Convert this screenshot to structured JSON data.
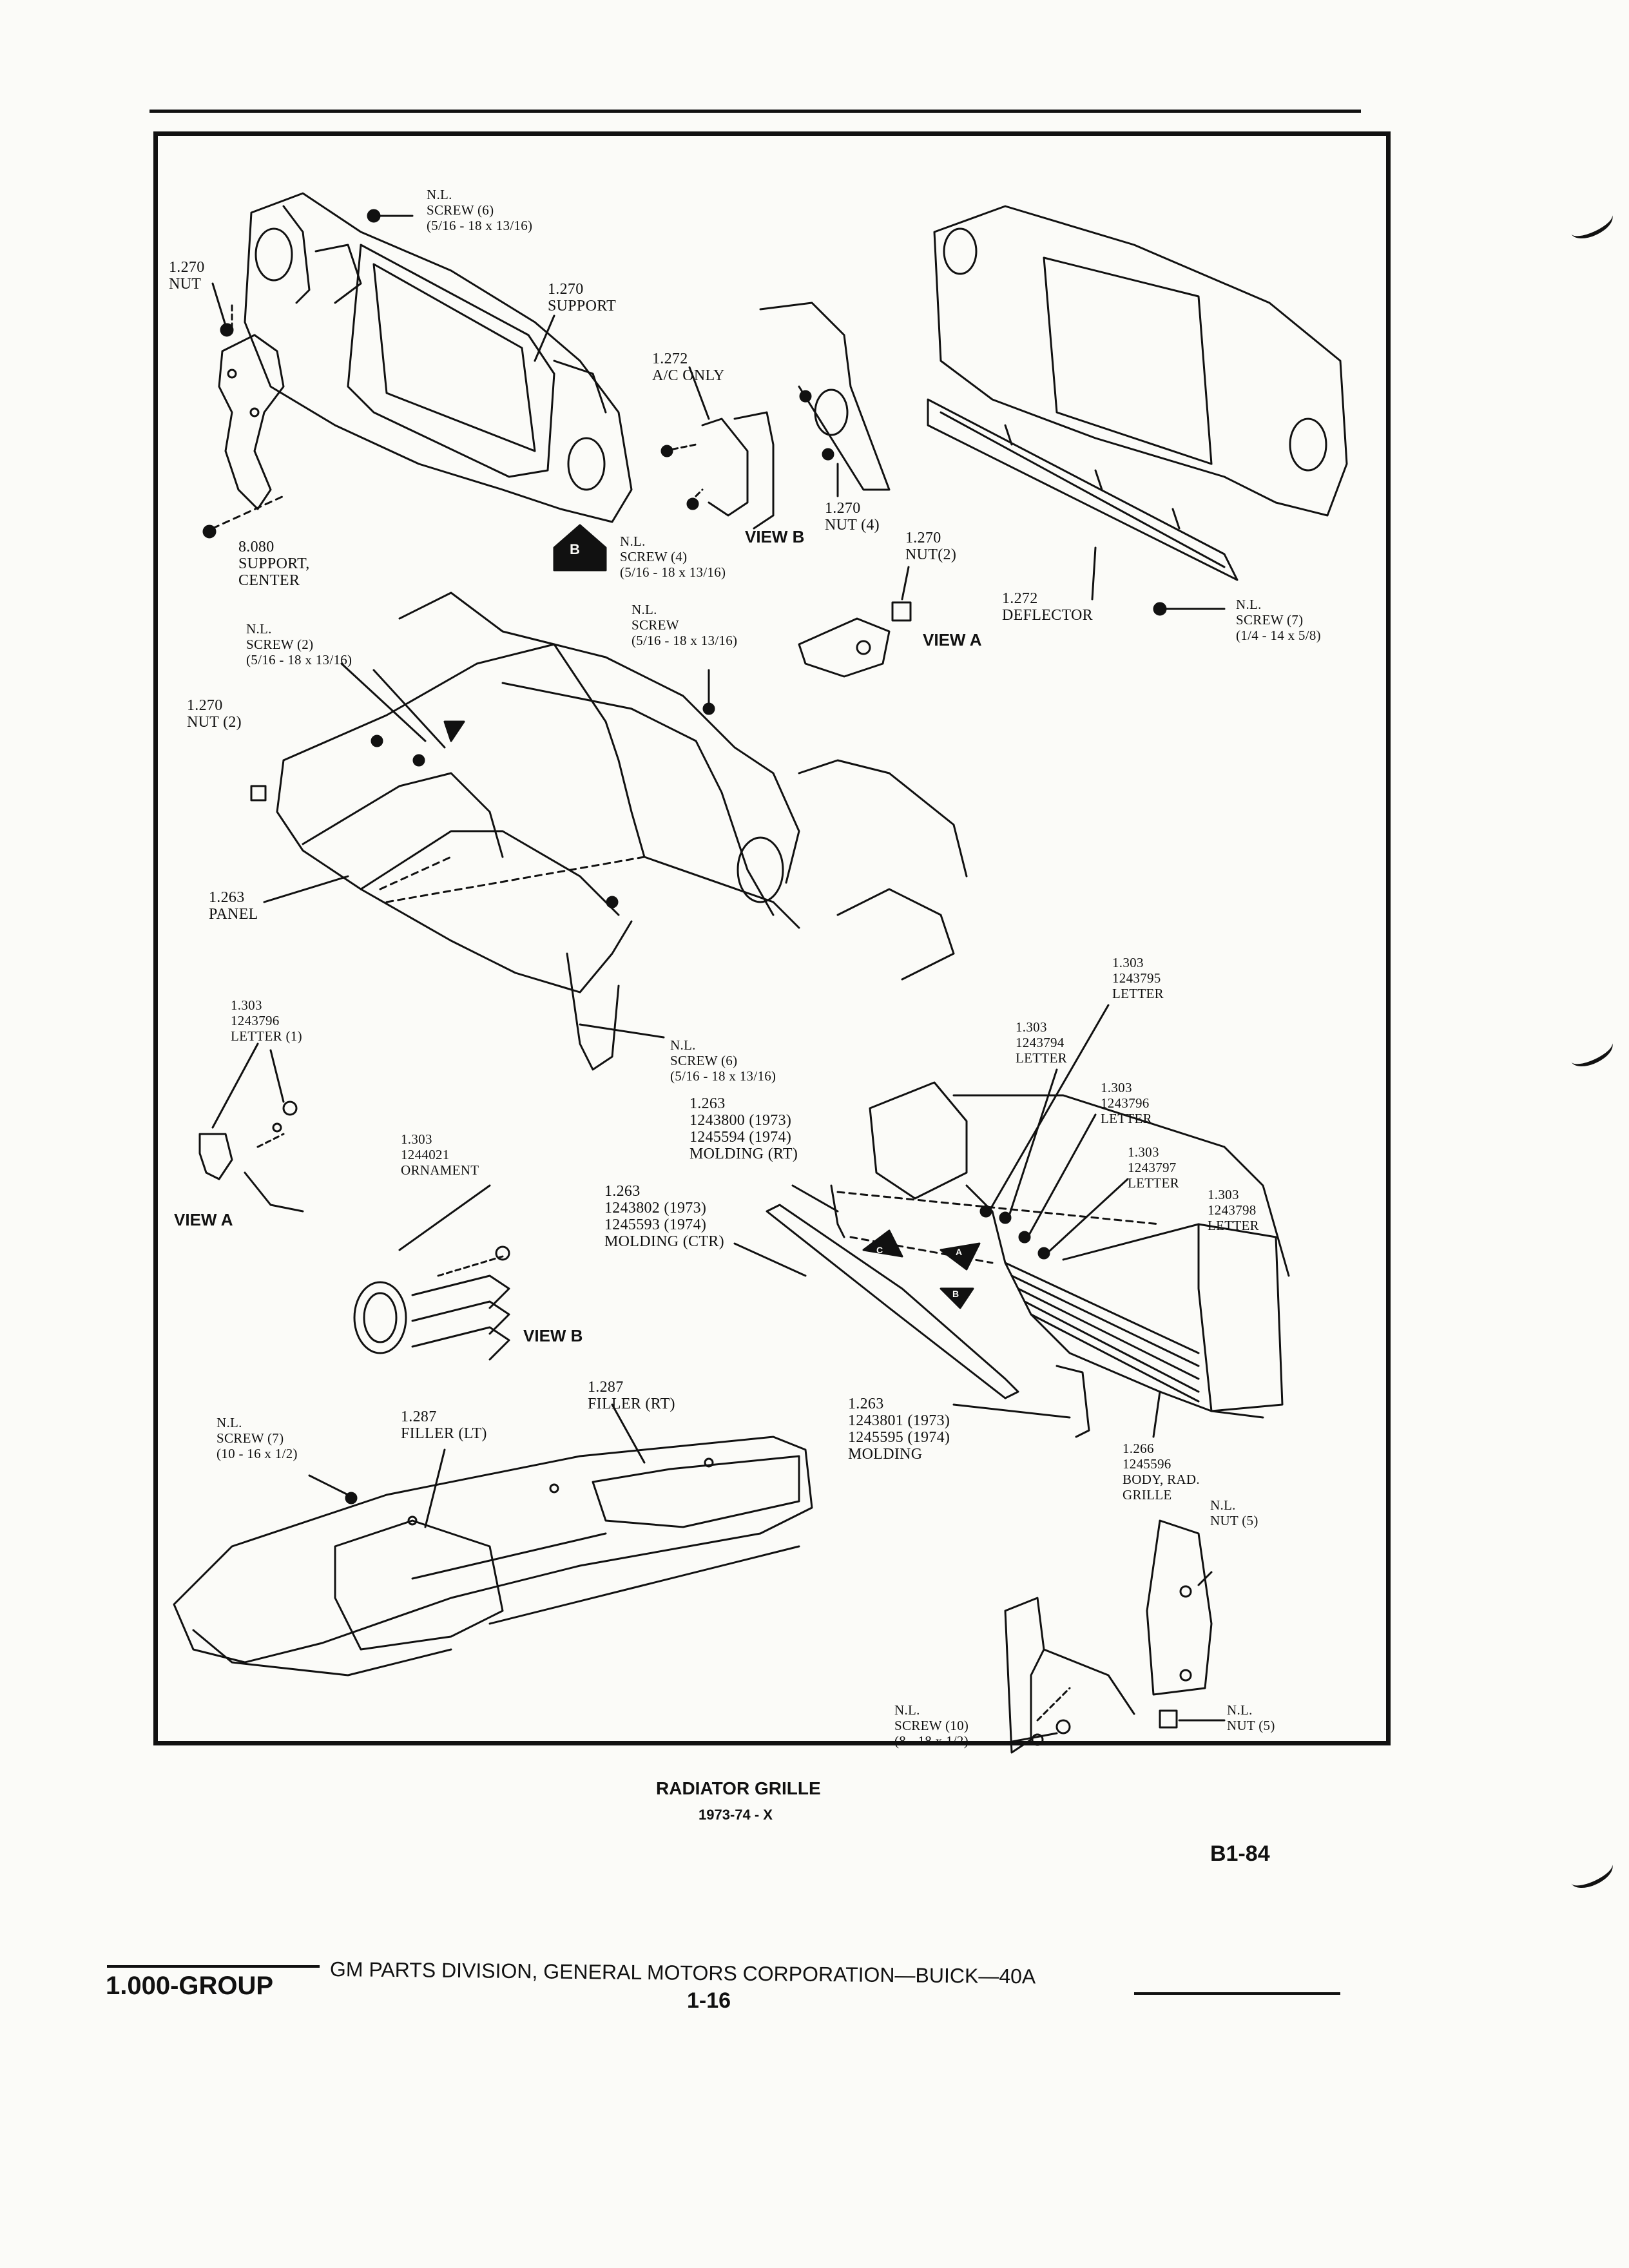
{
  "diagram": {
    "labels": {
      "ns_top": "N.L.\nSCREW (6)\n(5/16 - 18 x 13/16)",
      "nut_1270": "1.270\nNUT",
      "support_1270": "1.270\nSUPPORT",
      "ac_only": "1.272\nA/C ONLY",
      "nut4": "1.270\nNUT (4)",
      "nut2": "1.270\nNUT(2)",
      "screw4": "N.L.\nSCREW (4)\n(5/16 - 18 x 13/16)",
      "support_center": "8.080\nSUPPORT,\nCENTER",
      "deflector": "1.272\nDEFLECTOR",
      "screw7_right": "N.L.\nSCREW (7)\n(1/4 - 14 x 5/8)",
      "screw2": "N.L.\nSCREW (2)\n(5/16 - 18 x 13/16)",
      "screw_mid": "N.L.\nSCREW\n(5/16 - 18 x 13/16)",
      "nut2_left": "1.270\nNUT (2)",
      "panel": "1.263\nPANEL",
      "screw6_mid": "N.L.\nSCREW (6)\n(5/16 - 18 x 13/16)",
      "letter_1243796_left": "1.303\n1243796\nLETTER (1)",
      "ornament": "1.303\n1244021\nORNAMENT",
      "molding_rt": "1.263\n1243800 (1973)\n1245594 (1974)\nMOLDING (RT)",
      "molding_ctr": "1.263\n1243802 (1973)\n1245593 (1974)\nMOLDING (CTR)",
      "letter_1243795": "1.303\n1243795\nLETTER",
      "letter_1243794": "1.303\n1243794\nLETTER",
      "letter_1243796": "1.303\n1243796\nLETTER",
      "letter_1243797": "1.303\n1243797\nLETTER",
      "letter_1243798": "1.303\n1243798\nLETTER",
      "filler_rt": "1.287\nFILLER (RT)",
      "filler_lt": "1.287\nFILLER (LT)",
      "screw7_left": "N.L.\nSCREW (7)\n(10 - 16 x 1/2)",
      "molding_1243801": "1.263\n1243801 (1973)\n1245595 (1974)\nMOLDING",
      "body_grille": "1.266\n1245596\nBODY, RAD.\nGRILLE",
      "nut5_top": "N.L.\nNUT (5)",
      "nut5_bottom": "N.L.\nNUT (5)",
      "screw10": "N.L.\nSCREW (10)\n(8 - 18 x 1/2)"
    },
    "views": {
      "view_b_top": "VIEW B",
      "view_a_top": "VIEW A",
      "view_a_left": "VIEW A",
      "view_b_bottom": "VIEW B"
    },
    "callouts": {
      "b": "B",
      "a1": "A",
      "a2": "A",
      "b2": "B",
      "c": "C"
    }
  },
  "caption": {
    "title": "RADIATOR GRILLE",
    "subtitle": "1973-74 - X"
  },
  "page_code": "B1-84",
  "footer": {
    "group": "1.000-GROUP",
    "division": "GM PARTS DIVISION, GENERAL MOTORS CORPORATION—BUICK—40A",
    "page_number": "1-16"
  }
}
